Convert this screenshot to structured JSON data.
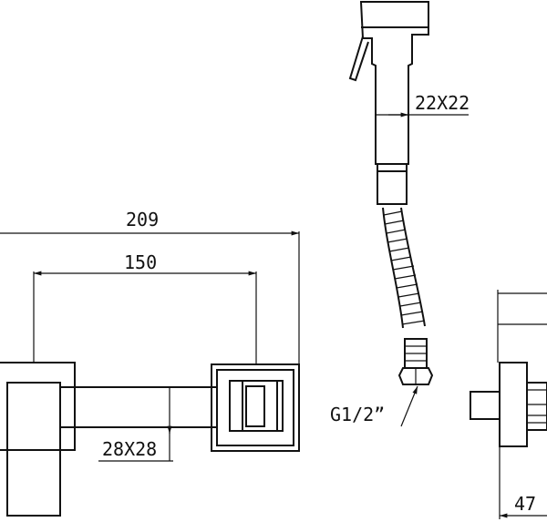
{
  "dimensions": {
    "overall_width": "209",
    "holder_spacing": "150",
    "bar_section": "28X28",
    "spray_head_section": "22X22",
    "thread_size": "G1/2”",
    "side_depth": "47"
  },
  "colors": {
    "line": "#111111",
    "background": "#ffffff"
  }
}
